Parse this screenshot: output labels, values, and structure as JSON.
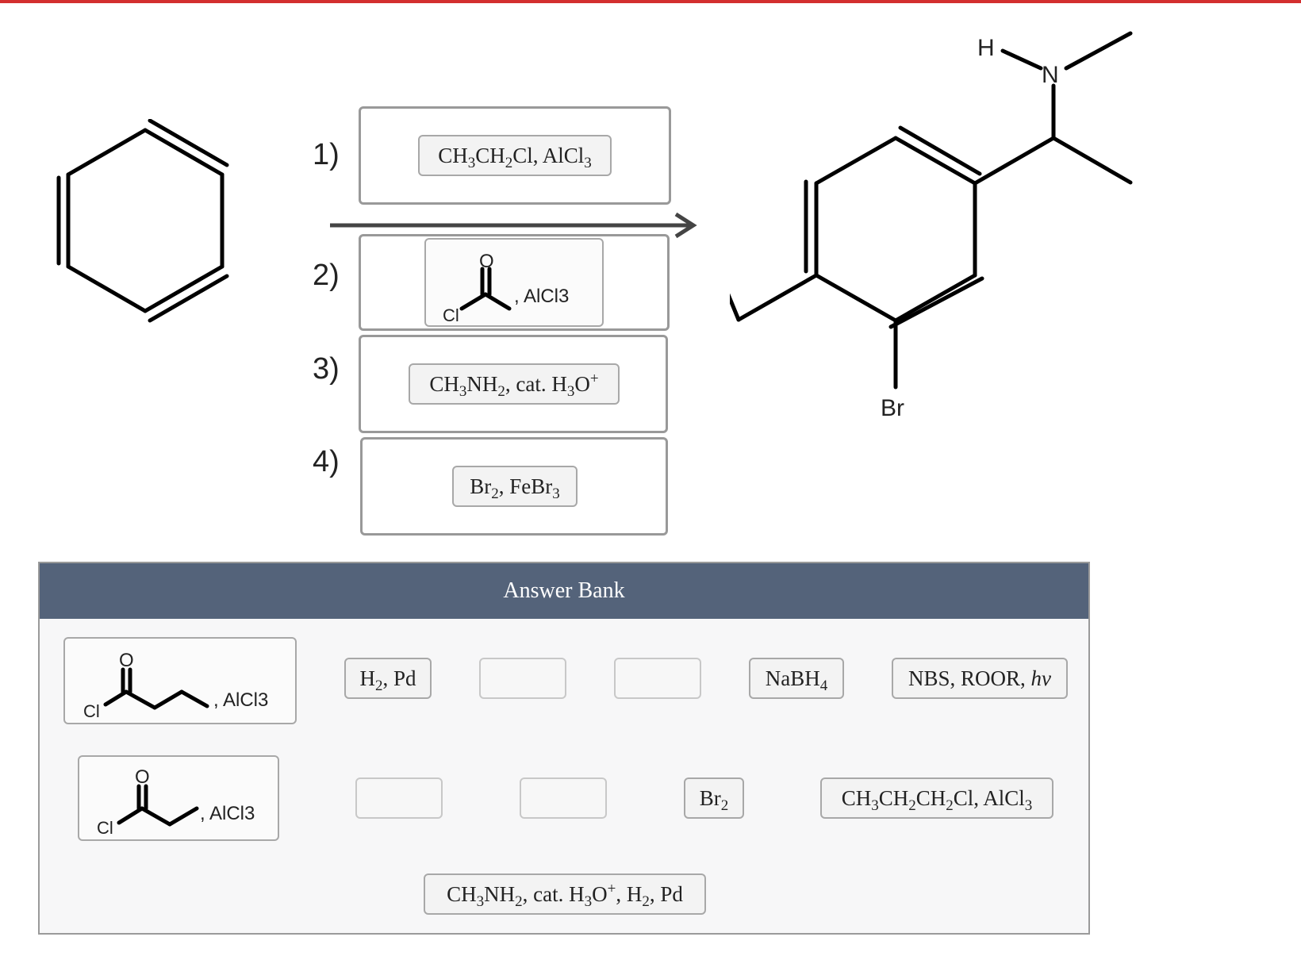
{
  "page": {
    "accent_color": "#d32f2f",
    "header_color": "#54637a"
  },
  "reaction": {
    "steps": [
      {
        "number": "1)",
        "placed": "CH3CH2Cl, AlCl3"
      },
      {
        "number": "2)",
        "placed": "acetyl chloride, AlCl3",
        "mol_atoms": {
          "o": "O",
          "cl": "Cl"
        },
        "mol_suffix": ", AlCl3"
      },
      {
        "number": "3)",
        "placed": "CH3NH2, cat. H3O+"
      },
      {
        "number": "4)",
        "placed": "Br2, FeBr3"
      }
    ],
    "product_atoms": {
      "h": "H",
      "n": "N",
      "br": "Br"
    }
  },
  "answer_bank": {
    "title": "Answer Bank",
    "row1": {
      "butanoyl": {
        "o": "O",
        "cl": "Cl",
        "suffix": ", AlCl3"
      },
      "h2_pd": "H2, Pd",
      "nabh4": "NaBH4",
      "nbs": "NBS, ROOR, hν"
    },
    "row2": {
      "propanoyl": {
        "o": "O",
        "cl": "Cl",
        "suffix": ", AlCl3"
      },
      "br2": "Br2",
      "propyl_chloride": "CH3CH2CH2Cl, AlCl3"
    },
    "row3": {
      "reductive_amination": "CH3NH2, cat. H3O+, H2, Pd"
    }
  }
}
